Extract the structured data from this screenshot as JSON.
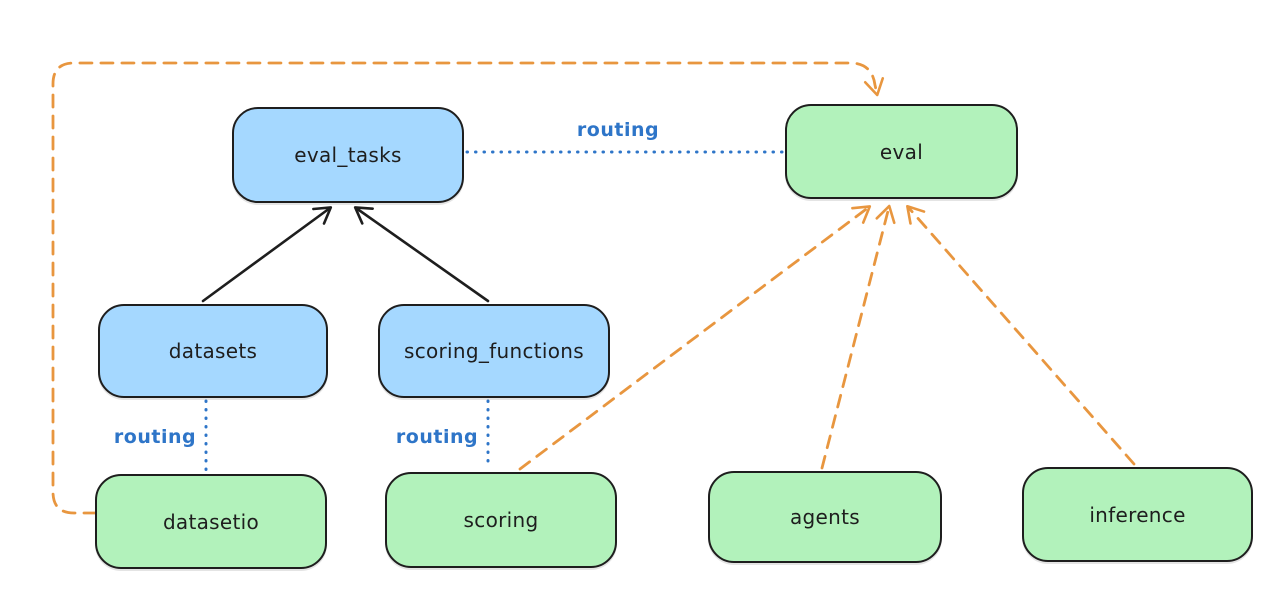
{
  "diagram": {
    "nodes": [
      {
        "id": "eval_tasks",
        "label": "eval_tasks",
        "color": "blue"
      },
      {
        "id": "eval",
        "label": "eval",
        "color": "green"
      },
      {
        "id": "datasets",
        "label": "datasets",
        "color": "blue"
      },
      {
        "id": "scoring_functions",
        "label": "scoring_functions",
        "color": "blue"
      },
      {
        "id": "datasetio",
        "label": "datasetio",
        "color": "green"
      },
      {
        "id": "scoring",
        "label": "scoring",
        "color": "green"
      },
      {
        "id": "agents",
        "label": "agents",
        "color": "green"
      },
      {
        "id": "inference",
        "label": "inference",
        "color": "green"
      }
    ],
    "edge_labels": [
      {
        "id": "routing-eval-tasks-eval",
        "text": "routing"
      },
      {
        "id": "routing-datasets-datasetio",
        "text": "routing"
      },
      {
        "id": "routing-scoringfn-scoring",
        "text": "routing"
      }
    ],
    "edges": [
      {
        "from": "datasets",
        "to": "eval_tasks",
        "style": "solid-black-arrow"
      },
      {
        "from": "scoring_functions",
        "to": "eval_tasks",
        "style": "solid-black-arrow"
      },
      {
        "from": "datasetio",
        "to": "eval",
        "style": "dashed-orange-arrow-elbow"
      },
      {
        "from": "scoring",
        "to": "eval",
        "style": "dashed-orange-arrow"
      },
      {
        "from": "agents",
        "to": "eval",
        "style": "dashed-orange-arrow"
      },
      {
        "from": "inference",
        "to": "eval",
        "style": "dashed-orange-arrow"
      },
      {
        "from": "eval_tasks",
        "to": "eval",
        "style": "dotted-blue",
        "label": "routing"
      },
      {
        "from": "datasets",
        "to": "datasetio",
        "style": "dotted-blue",
        "label": "routing"
      },
      {
        "from": "scoring_functions",
        "to": "scoring",
        "style": "dotted-blue",
        "label": "routing"
      }
    ],
    "colors": {
      "background": "#ffffff",
      "stroke": "#1e1e1e",
      "node_blue": "#a5d8ff",
      "node_green": "#b2f2bb",
      "orange": "#e8963f",
      "blue": "#2e75c8"
    }
  }
}
